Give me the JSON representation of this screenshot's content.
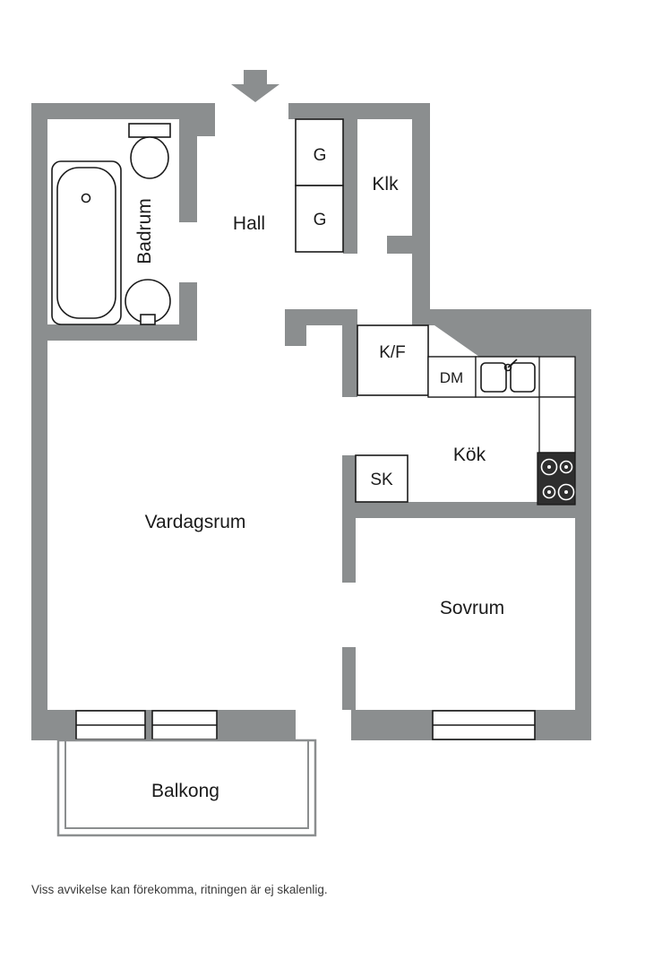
{
  "labels": {
    "hall": "Hall",
    "badrum": "Badrum",
    "closet1": "G",
    "closet2": "G",
    "klk": "Klk",
    "kf": "K/F",
    "dm": "DM",
    "kok": "Kök",
    "sk": "SK",
    "vardagsrum": "Vardagsrum",
    "sovrum": "Sovrum",
    "balkong": "Balkong"
  },
  "meta": {
    "disclaimer": "Viss avvikelse kan förekomma, ritningen är ej skalenlig."
  },
  "colors": {
    "wall": "#8b8e8f",
    "label": "#1b1b1b",
    "fixture_stroke": "#1a1a1a",
    "stove_fill": "#2e2e2e"
  }
}
